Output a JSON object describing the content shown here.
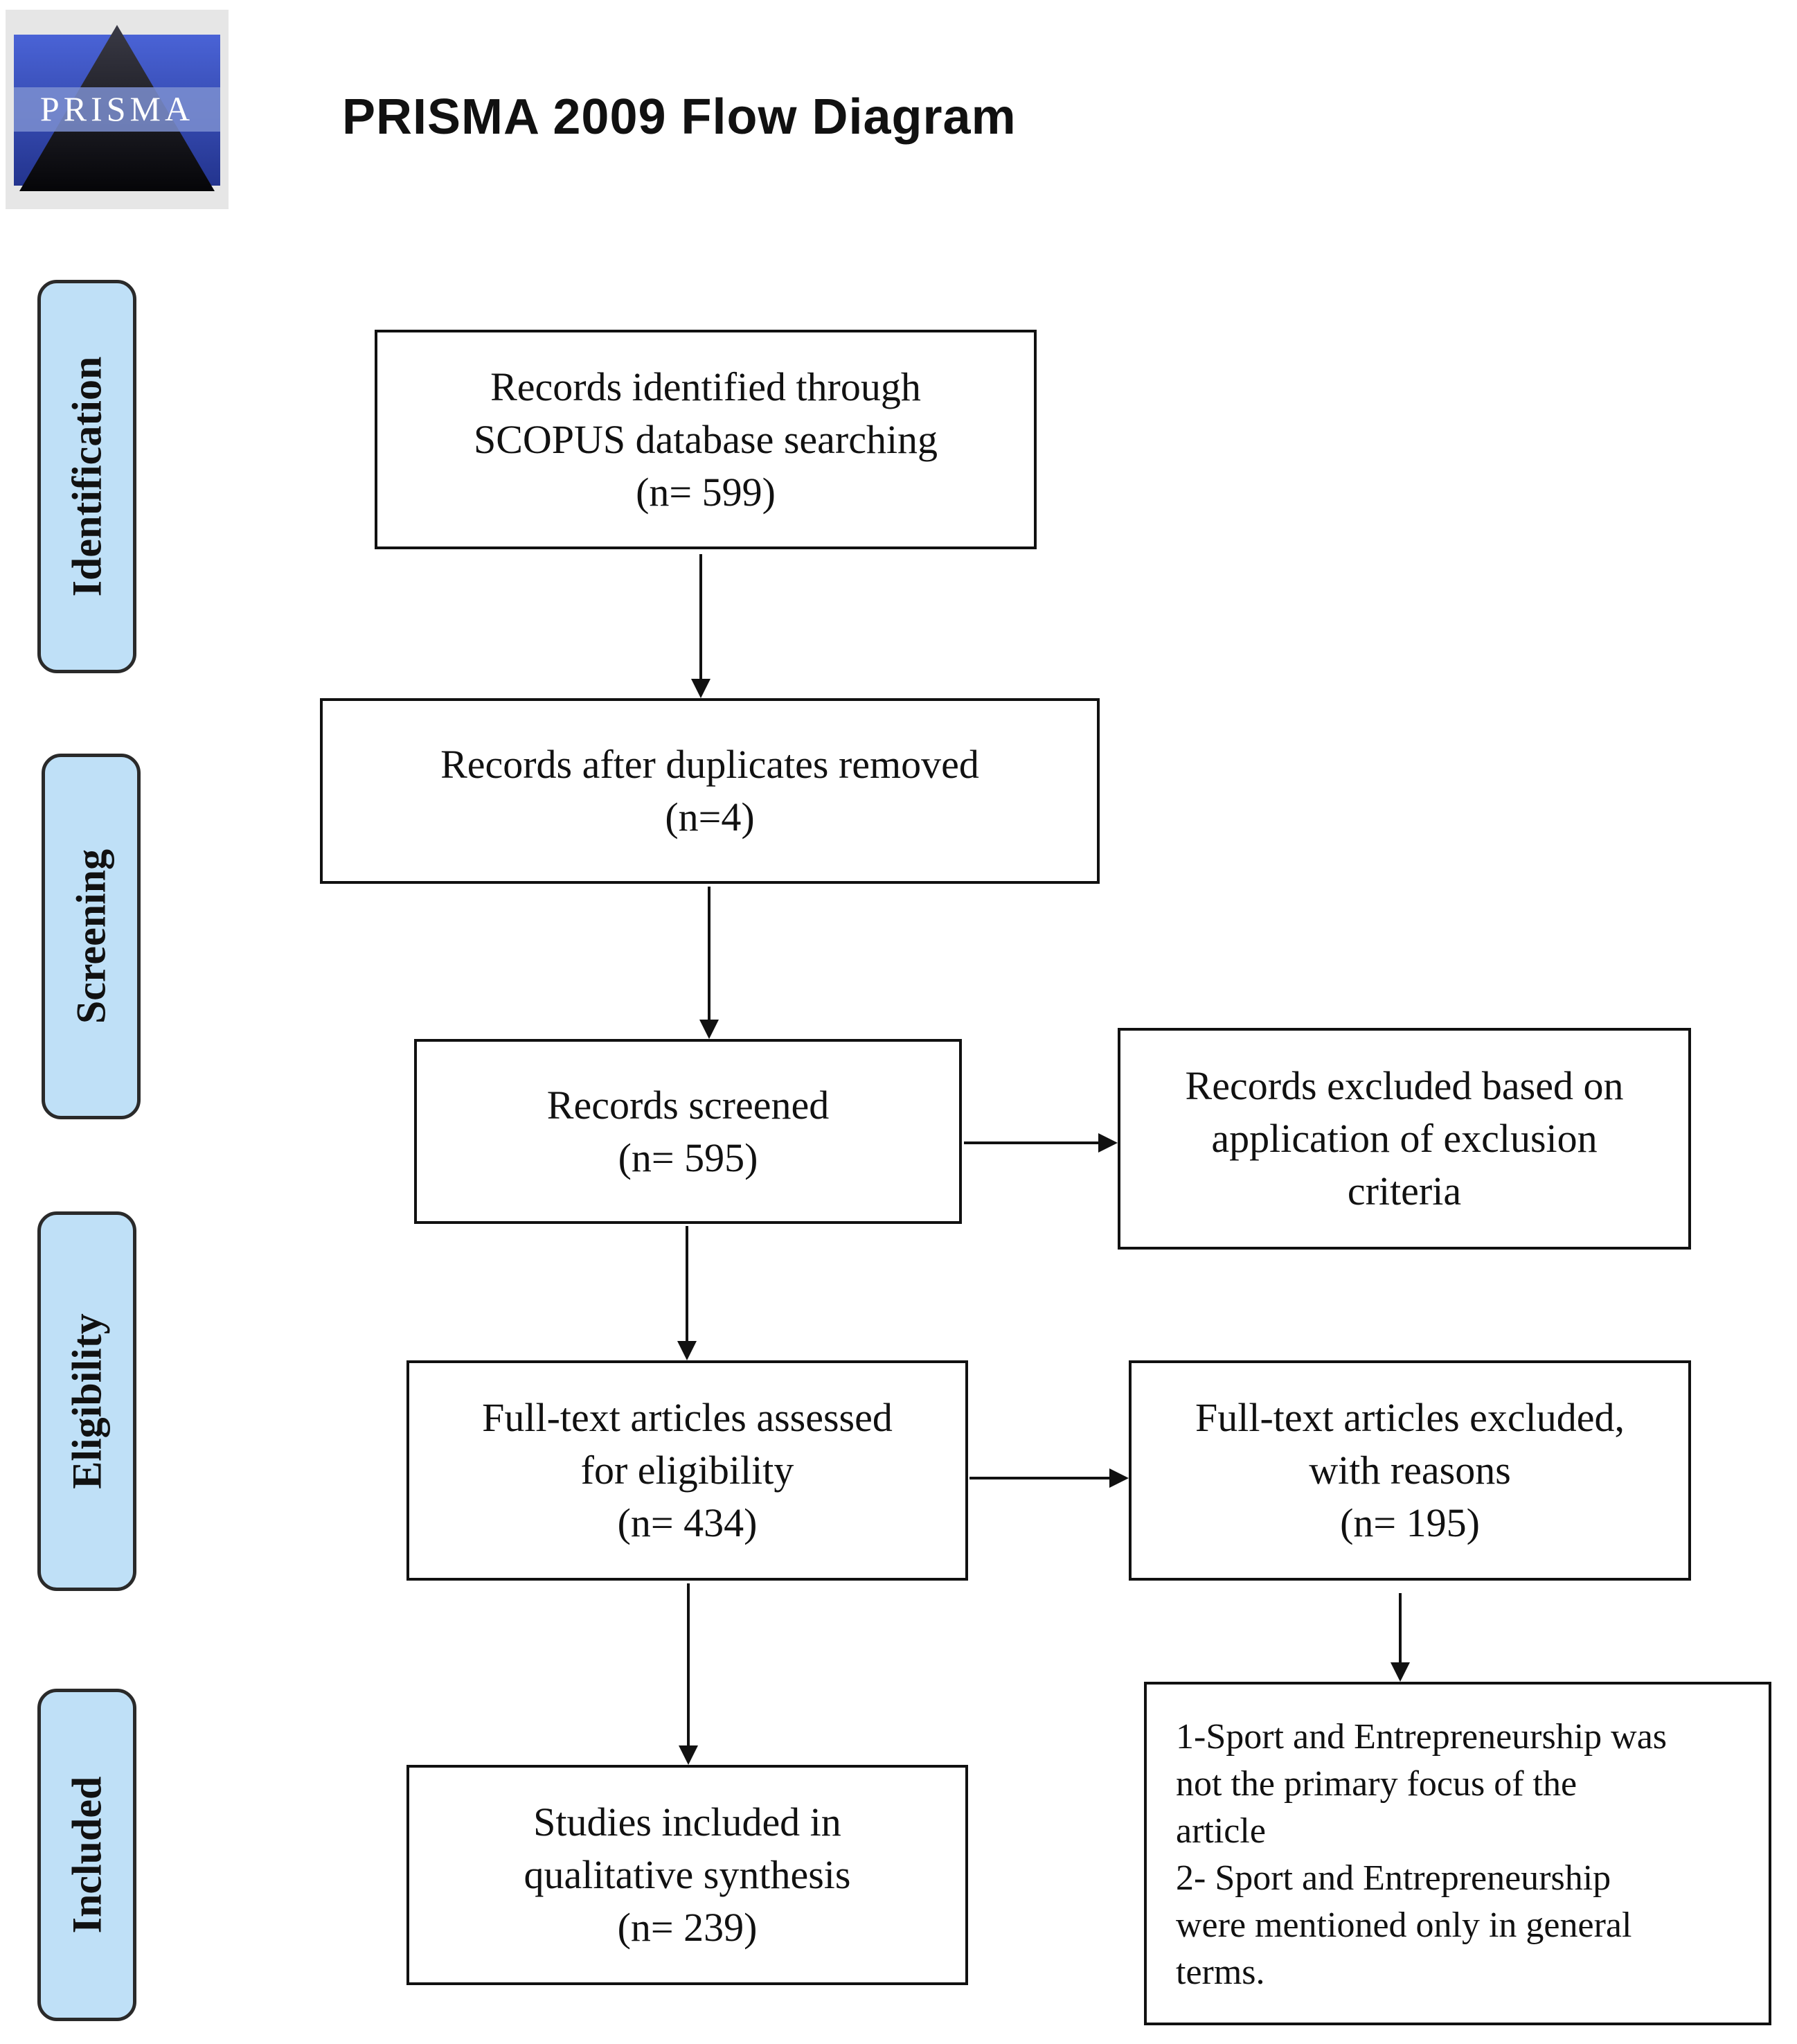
{
  "title": "PRISMA 2009 Flow Diagram",
  "logo": {
    "text": "PRISMA",
    "icon": "prisma-pyramid-logo-icon"
  },
  "stages": {
    "identification": "Identification",
    "screening": "Screening",
    "eligibility": "Eligibility",
    "included": "Included"
  },
  "boxes": {
    "identified": {
      "lines": [
        "Records identified through",
        "SCOPUS database searching",
        "(n= 599)"
      ]
    },
    "duplicates": {
      "lines": [
        "Records after duplicates removed",
        "(n=4)"
      ]
    },
    "screened": {
      "lines": [
        "Records screened",
        "(n= 595)"
      ]
    },
    "excluded_criteria": {
      "lines": [
        "Records excluded based on",
        "application of exclusion",
        "criteria"
      ]
    },
    "fulltext_assessed": {
      "lines": [
        "Full-text articles assessed",
        "for eligibility",
        "(n= 434)"
      ]
    },
    "fulltext_excluded": {
      "lines": [
        "Full-text articles excluded,",
        "with reasons",
        "(n= 195)"
      ]
    },
    "included_studies": {
      "lines": [
        "Studies included in",
        "qualitative synthesis",
        "(n= 239)"
      ]
    },
    "reasons": {
      "lines": [
        "1-Sport and Entrepreneurship was",
        "not the primary focus of the",
        "article",
        "2- Sport and Entrepreneurship",
        "were mentioned only in general",
        "terms."
      ]
    }
  },
  "colors": {
    "stage_fill": "#bfe0f7",
    "stroke": "#111111",
    "logo_blue": "#3b4fb8"
  }
}
